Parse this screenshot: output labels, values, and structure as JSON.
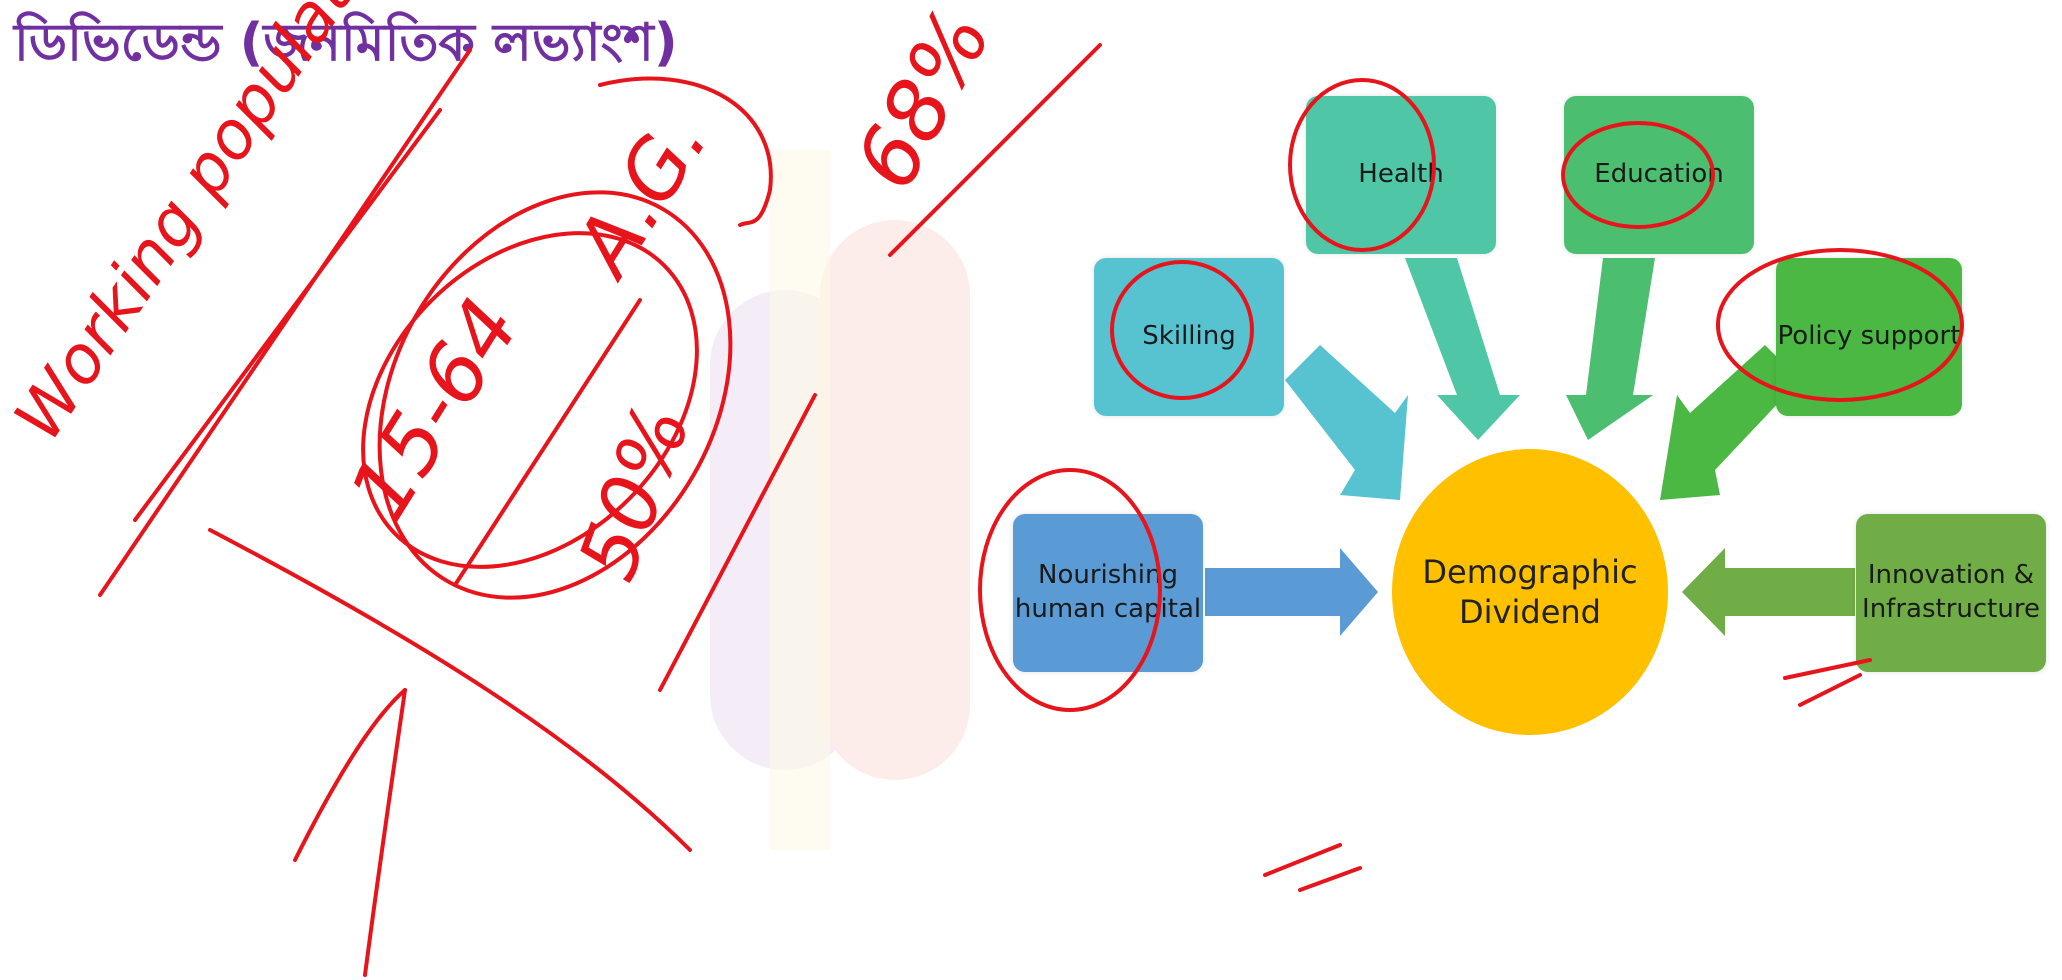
{
  "title": "ডিভিডেন্ড (জনমিতিক লভ্যাংশ)",
  "diagram": {
    "center": {
      "label_line1": "Demographic",
      "label_line2": "Dividend",
      "color": "#ffc000"
    },
    "boxes": {
      "health": {
        "label": "Health",
        "color": "#4fc7a6"
      },
      "education": {
        "label": "Education",
        "color": "#4bbe70"
      },
      "skilling": {
        "label": "Skilling",
        "color": "#57c3d1"
      },
      "policy": {
        "label": "Policy support",
        "color": "#4ab842"
      },
      "nourishing": {
        "label_line1": "Nourishing",
        "label_line2": "human capital",
        "color": "#5b9bd5"
      },
      "innovation": {
        "label_line1": "Innovation &",
        "label_line2": "Infrastructure",
        "color": "#70ad47"
      }
    }
  },
  "annotations": {
    "color": "#e8141c",
    "working_population": "Working population",
    "age_range": "15-64",
    "age_group": "A.G.",
    "percent_50": "50%",
    "percent_68": "68%"
  }
}
